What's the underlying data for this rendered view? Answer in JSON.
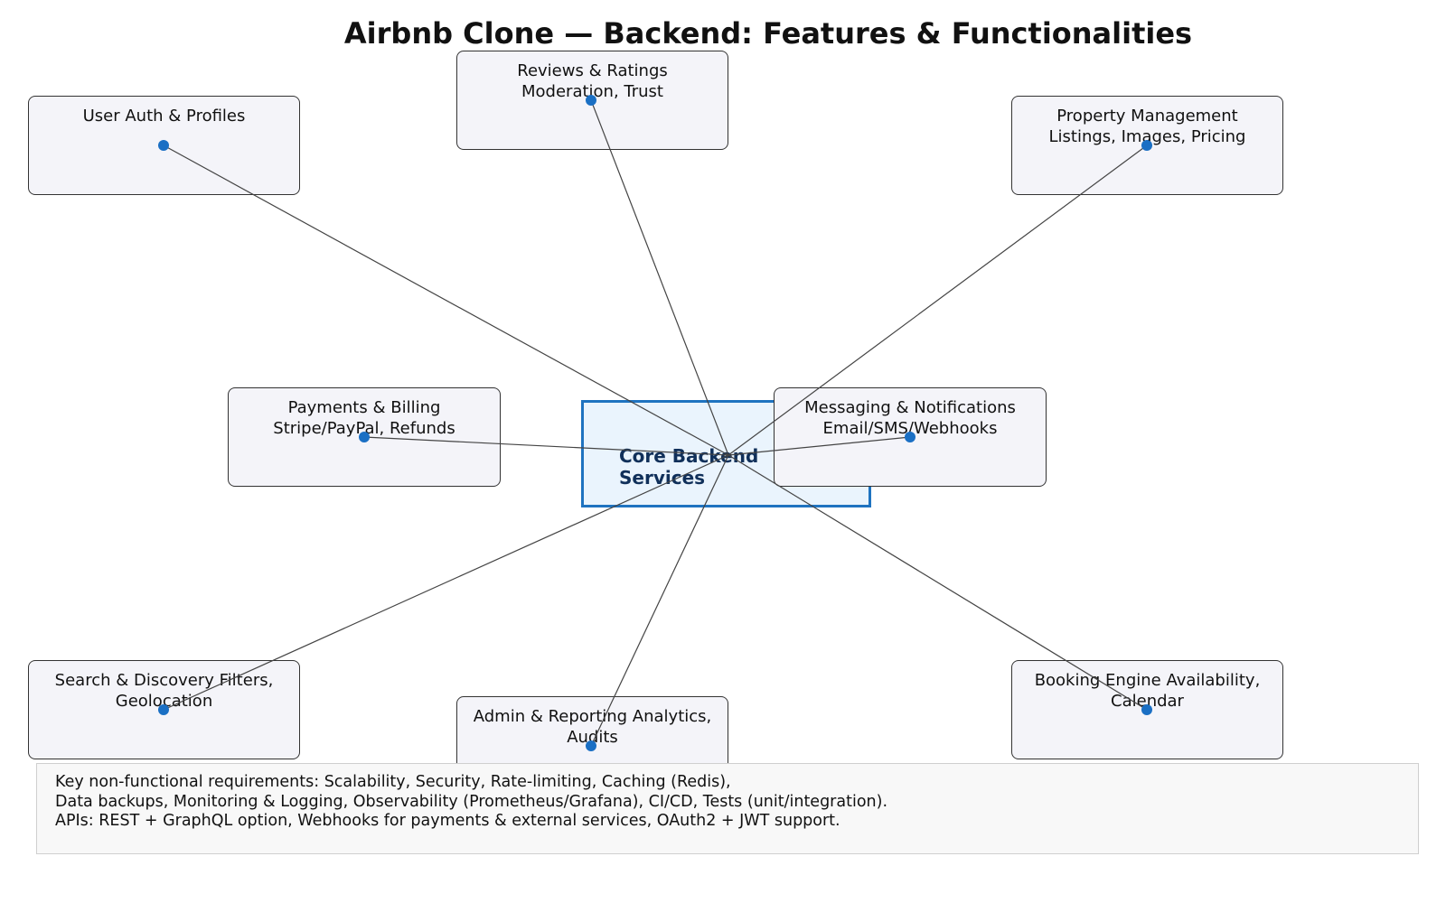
{
  "title": "Airbnb Clone — Backend: Features & Functionalities",
  "core": {
    "line1": "Core Backend",
    "line2": "Services"
  },
  "nodes": {
    "reviews": {
      "line1": "Reviews & Ratings",
      "line2": "Moderation, Trust"
    },
    "auth": {
      "line1": "User Auth & Profiles",
      "line2": ""
    },
    "property": {
      "line1": "Property Management",
      "line2": "Listings, Images, Pricing"
    },
    "payments": {
      "line1": "Payments & Billing",
      "line2": "Stripe/PayPal, Refunds"
    },
    "messaging": {
      "line1": "Messaging & Notifications",
      "line2": "Email/SMS/Webhooks"
    },
    "search": {
      "line1": "Search & Discovery Filters,",
      "line2": "Geolocation"
    },
    "admin": {
      "line1": "Admin & Reporting Analytics,",
      "line2": "Audits"
    },
    "booking": {
      "line1": "Booking Engine Availability,",
      "line2": "Calendar"
    }
  },
  "footer": {
    "line1": "Key non-functional requirements: Scalability, Security, Rate-limiting, Caching (Redis),",
    "line2": "Data backups, Monitoring & Logging, Observability (Prometheus/Grafana), CI/CD, Tests (unit/integration).",
    "line3": "APIs: REST + GraphQL option, Webhooks for payments & external services, OAuth2 + JWT support."
  },
  "colors": {
    "accent": "#1f73c0",
    "dot": "#1a6fc4",
    "node_fill": "#f4f4f9",
    "core_fill": "#eaf4fd",
    "link": "#444444"
  }
}
